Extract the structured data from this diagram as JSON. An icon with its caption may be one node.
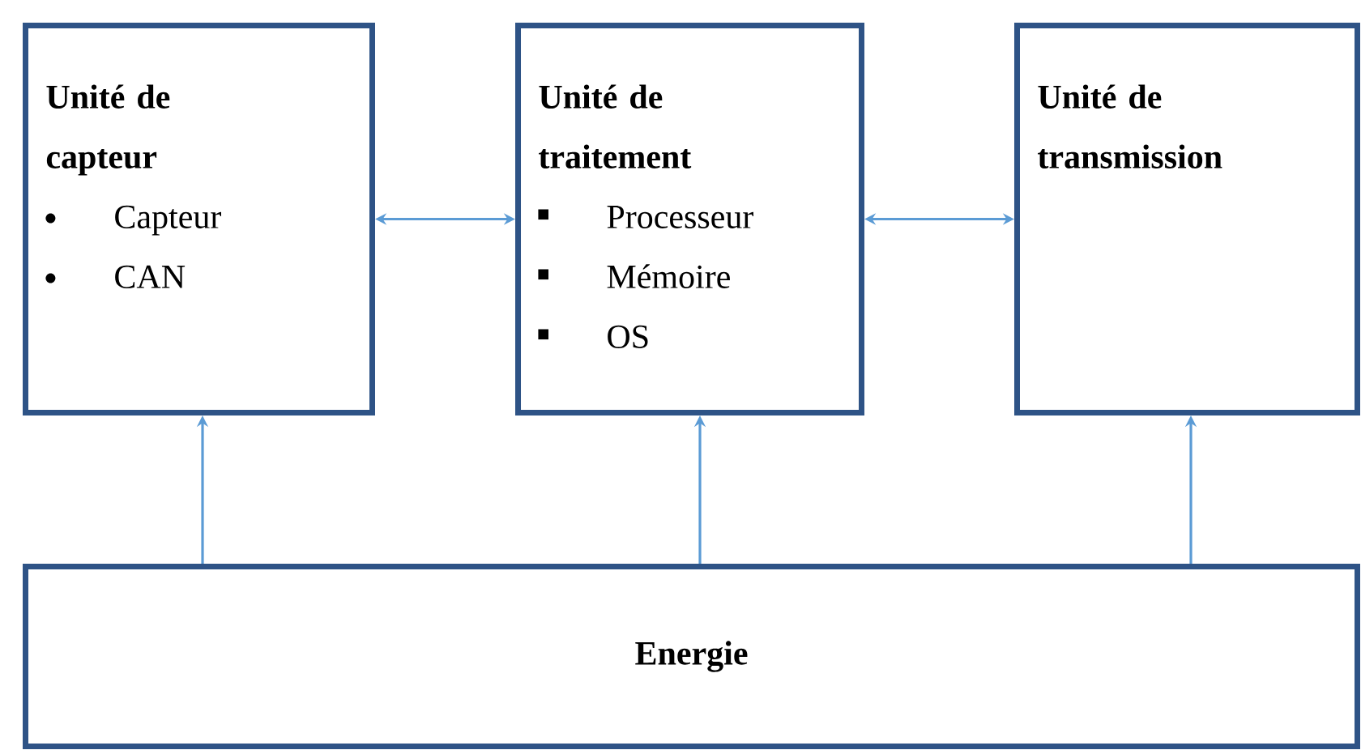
{
  "diagram": {
    "nodes": [
      {
        "text": [
          "Unité de capteur",
          "Capteur",
          "CAN"
        ]
      },
      {
        "text": [
          "Unité de traitement",
          "Processeur",
          "Mémoire",
          "OS"
        ]
      },
      {
        "text": [
          "Unité de transmission"
        ]
      },
      {
        "text": [
          "Energie"
        ]
      }
    ],
    "edges": [
      {
        "from": 0,
        "to": 1,
        "arrow": "both"
      },
      {
        "from": 1,
        "to": 2,
        "arrow": "both"
      },
      {
        "from": 3,
        "to": 0,
        "arrow": "to"
      },
      {
        "from": 3,
        "to": 1,
        "arrow": "to"
      },
      {
        "from": 3,
        "to": 2,
        "arrow": "to"
      }
    ]
  }
}
